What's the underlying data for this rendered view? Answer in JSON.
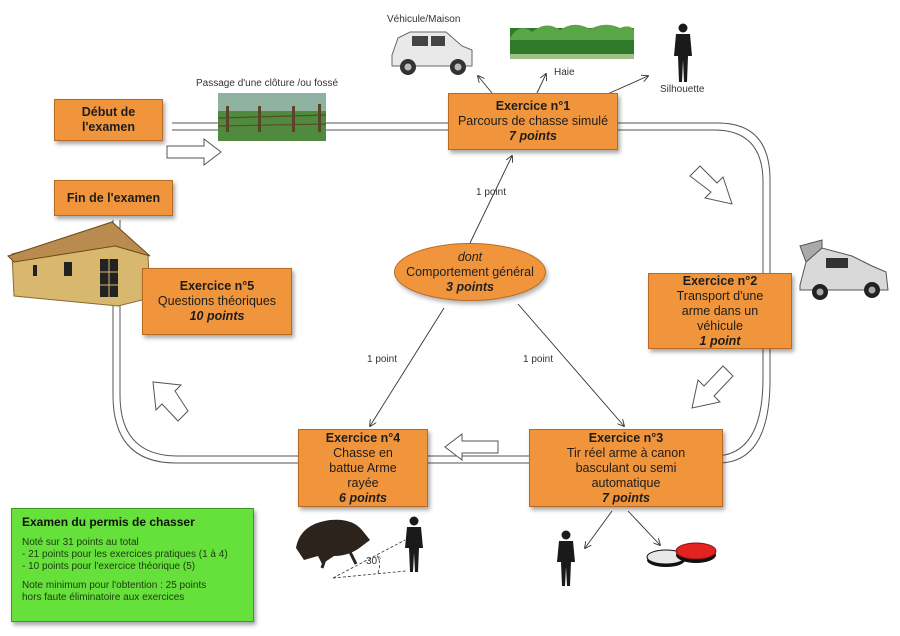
{
  "start_box": {
    "title": "Début de\nl'examen"
  },
  "end_box": {
    "title": "Fin de l'examen"
  },
  "exercises": [
    {
      "title": "Exercice n°1",
      "desc": "Parcours de chasse simulé",
      "points": "7 points"
    },
    {
      "title": "Exercice n°2",
      "desc": "Transport d'une arme dans un véhicule",
      "points": "1 point"
    },
    {
      "title": "Exercice n°3",
      "desc": "Tir réel arme à canon basculant ou semi automatique",
      "points": "7 points"
    },
    {
      "title": "Exercice n°4",
      "desc": "Chasse en battue Arme rayée",
      "points": "6 points"
    },
    {
      "title": "Exercice n°5",
      "desc": "Questions théoriques",
      "points": "10 points"
    }
  ],
  "behaviour": {
    "dont": "dont",
    "label": "Comportement général",
    "points": "3 points"
  },
  "labels": {
    "fence": "Passage d'une clôture /ou fossé",
    "vehicle": "Véhicule/Maison",
    "hedge": "Haie",
    "silhouette": "Silhouette",
    "one_point_a": "1 point",
    "one_point_b": "1 point",
    "one_point_c": "1 point",
    "angle": "30°"
  },
  "summary": {
    "title": "Examen du permis de chasser",
    "line1": "Noté sur 31 points au total",
    "line2": "-  21 points pour les exercices pratiques (1 à 4)",
    "line3": "-  10 points pour l'exercice théorique (5)",
    "line4": "Note minimum pour l'obtention : 25 points",
    "line5": "hors faute éliminatoire aux exercices"
  },
  "colors": {
    "box": "#f0953c",
    "summary": "#66e03a",
    "track": "#555555"
  }
}
